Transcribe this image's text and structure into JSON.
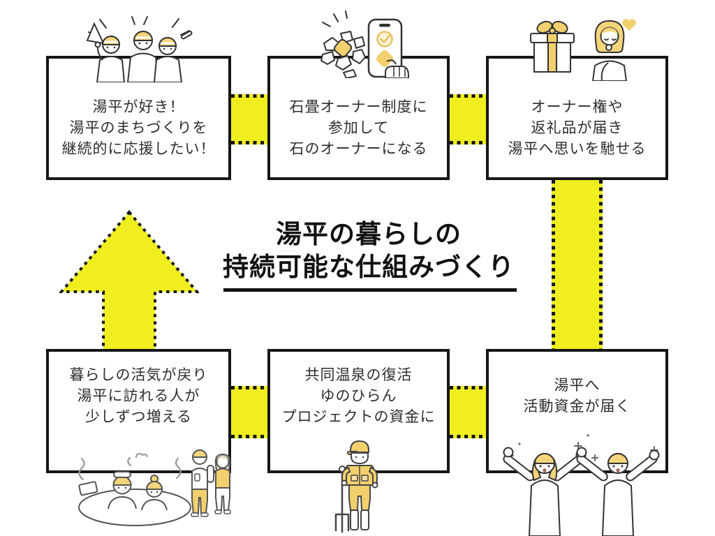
{
  "title": {
    "line1": "湯平の暮らしの",
    "line2": "持続可能な仕組みづくり"
  },
  "boxes": {
    "motivation": {
      "lines": [
        "湯平が好き！",
        "湯平のまちづくりを",
        "継続的に応援したい！"
      ]
    },
    "join": {
      "lines": [
        "石畳オーナー制度に",
        "参加して",
        "石のオーナーになる"
      ]
    },
    "returns": {
      "lines": [
        "オーナー権や",
        "返礼品が届き",
        "湯平へ思いを馳せる"
      ]
    },
    "funds": {
      "lines": [
        "湯平へ",
        "活動資金が届く"
      ]
    },
    "project": {
      "lines": [
        "共同温泉の復活",
        "ゆのひらん",
        "プロジェクトの資金に"
      ]
    },
    "revitalized": {
      "lines": [
        "暮らしの活気が戻り",
        "湯平に訪れる人が",
        "少しずつ増える"
      ]
    }
  },
  "illustrations": {
    "motivation": "cheering-supporters",
    "join": "smartphone-stone-ownership",
    "returns": "gift-box-and-thinking-woman",
    "funds": "celebrating-people",
    "project": "worker-with-pitchfork",
    "revitalized": "onsen-bathers-and-visitors"
  },
  "colors": {
    "flow_yellow": "#f0ee1f",
    "outline_black": "#161616",
    "accent_yellow": "#f3d06e",
    "hair_yellow": "#f5d57b",
    "background": "#ffffff"
  }
}
